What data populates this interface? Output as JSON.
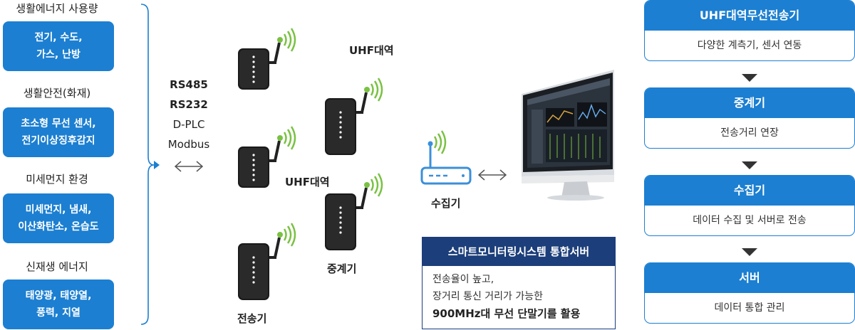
{
  "categories": [
    {
      "title": "생활에너지 사용량",
      "lines": [
        "전기, 수도,",
        "가스, 난방"
      ]
    },
    {
      "title": "생활안전(화재)",
      "lines": [
        "초소형 무선 센서,",
        "전기이상징후감지"
      ]
    },
    {
      "title": "미세먼지 환경",
      "lines": [
        "미세먼지, 냄새,",
        "이산화탄소, 온습도"
      ]
    },
    {
      "title": "신재생 에너지",
      "lines": [
        "태양광, 태양열,",
        "풍력, 지열"
      ]
    }
  ],
  "protocols": [
    "RS485",
    "RS232",
    "D-PLC",
    "Modbus"
  ],
  "device_labels": {
    "uhf_top": "UHF대역",
    "uhf_mid": "UHF대역",
    "repeater": "중계기",
    "transmitter": "전송기",
    "collector": "수집기"
  },
  "server_box": {
    "title": "스마트모니터링시스템 통합서버",
    "line1": "전송율이 높고,",
    "line2": "장거리 통신 거리가 가능한",
    "line3": "900MHz대 무선 단말기를 활용"
  },
  "flow": [
    {
      "head": "UHF대역무선전송기",
      "body": "다양한 계측기, 센서 연동"
    },
    {
      "head": "중계기",
      "body": "전송거리 연장"
    },
    {
      "head": "수집기",
      "body": "데이터 수집 및 서버로 전송"
    },
    {
      "head": "서버",
      "body": "데이터 통합 관리"
    }
  ],
  "colors": {
    "primary_blue": "#1c7fd1",
    "navy": "#1c3e7a",
    "signal_green": "#7ac143"
  }
}
